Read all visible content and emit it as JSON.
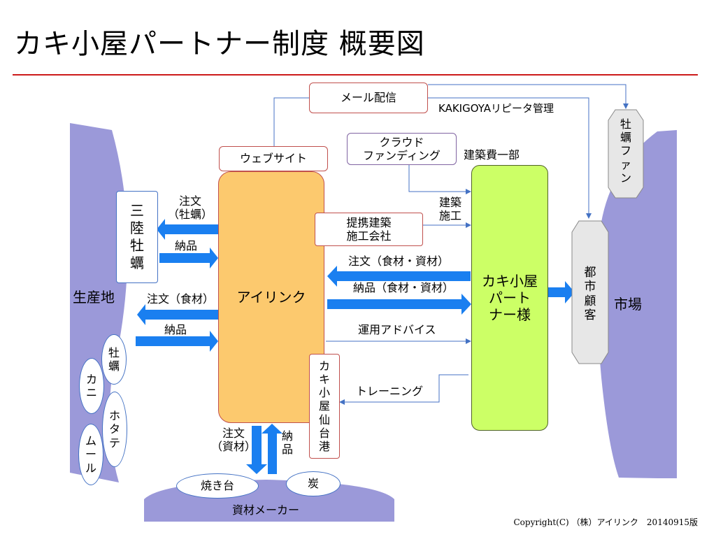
{
  "title": "カキ小屋パートナー制度 概要図",
  "colors": {
    "accent_red": "#cc1a1a",
    "region_purple": "#9b99d9",
    "airink_orange": "#fcc96e",
    "partner_green": "#ccff66",
    "arrow_blue": "#1a7ff0",
    "line_blue": "#4472c4"
  },
  "nodes": {
    "mail": "メール配信",
    "kakigoya_repeater": "KAKIGOYAリピータ管理",
    "website": "ウェブサイト",
    "crowdfunding": "クラウド\nファンディング",
    "construction_cost": "建築費一部",
    "sanriku": "三\n陸\n牡\n蠣",
    "airink": "アイリンク",
    "partner": "カキ小屋\nパート\nナー様",
    "teikei": "提携建築\n施工会社",
    "sendai": "カ\nキ\n小\n屋\n仙\n台\n港",
    "kaki_fan": "牡\n蠣\nフ\nァ\nン",
    "toshi": "都\n市\n顧\n客",
    "seisanchi": "生産地",
    "shijo": "市場",
    "oyster": "牡\n蠣",
    "kani": "カ\nニ",
    "hotate": "ホ\nタ\nテ",
    "mule": "ム\nー\nル",
    "yakidai": "焼き台",
    "sumi": "炭",
    "shizai_maker": "資材メーカー"
  },
  "labels": {
    "chumon_kaki": "注文\n（牡蠣）",
    "nohin_1": "納品",
    "chumon_shokuzai": "注文（食材）",
    "nohin_2": "納品",
    "kenchiku_seko": "建築\n施工",
    "chumon_shokuzai_shizai": "注文（食材・資材）",
    "nohin_shokuzai_shizai": "納品（食材・資材）",
    "unyo": "運用アドバイス",
    "training": "トレーニング",
    "chumon_shizai": "注文\n（資材）",
    "nohin_v": "納\n品"
  },
  "footer": "Copyright(C) （株）アイリンク　20140915版"
}
